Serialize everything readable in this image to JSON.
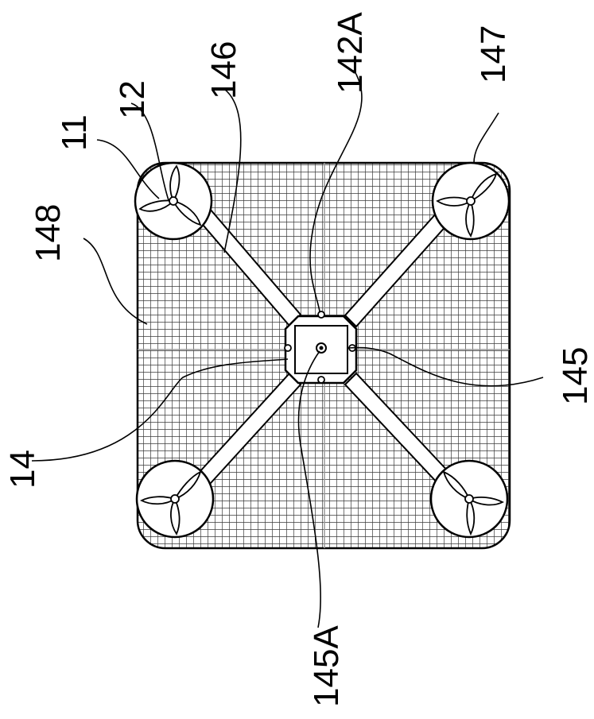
{
  "labels": {
    "l11": "11",
    "l12": "12",
    "l14": "14",
    "l142A": "142A",
    "l145": "145",
    "l145A": "145A",
    "l146": "146",
    "l147": "147",
    "l148": "148"
  },
  "colors": {
    "ink": "#000000",
    "grid": "#444444",
    "paper": "#ffffff"
  }
}
